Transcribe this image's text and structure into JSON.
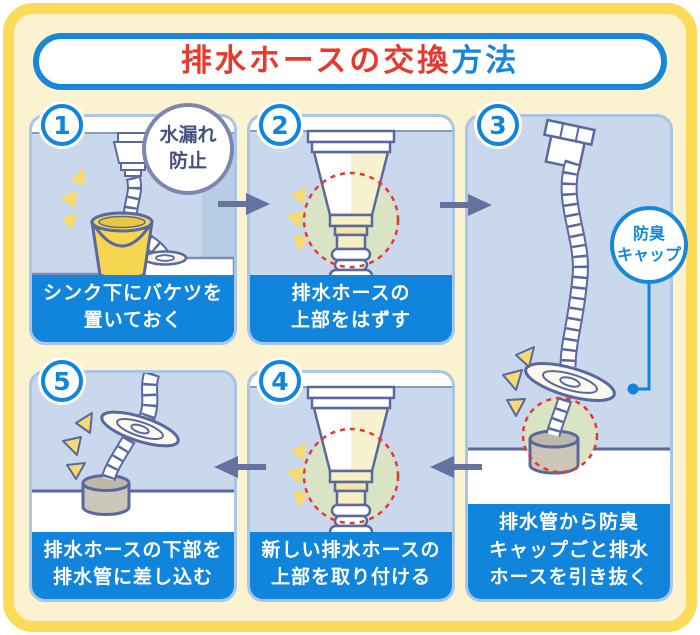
{
  "title": {
    "main": "排水ホースの交換",
    "suffix": "方法"
  },
  "steps": [
    {
      "number": "1",
      "caption": "シンク下にバケツを\n置いておく"
    },
    {
      "number": "2",
      "caption": "排水ホースの\n上部をはずす"
    },
    {
      "number": "3",
      "caption": "排水管から防臭\nキャップごと排水\nホースを引き抜く"
    },
    {
      "number": "4",
      "caption": "新しい排水ホースの\n上部を取り付ける"
    },
    {
      "number": "5",
      "caption": "排水ホースの下部を\n排水管に差し込む"
    }
  ],
  "callouts": {
    "leak_prevention": "水漏れ\n防止",
    "odor_cap": "防臭\nキャップ"
  },
  "colors": {
    "frame_yellow": "#FBDB59",
    "card_cream": "#FBF2D0",
    "accent_blue": "#1787D9",
    "caption_blue": "#1185DC",
    "title_red": "#E8392F",
    "panel_bg": "#C9D8EC",
    "panel_border": "#A9C6E9",
    "outline_slate": "#5A68A0",
    "arrow_slate": "#64739E",
    "bucket_yellow": "#F6D64F",
    "emphasis_yellow": "#F7DB6E",
    "highlight_green": "#D9E4C5",
    "pipe_gray": "#CBC6B8",
    "dashed_red": "#E8392F"
  }
}
